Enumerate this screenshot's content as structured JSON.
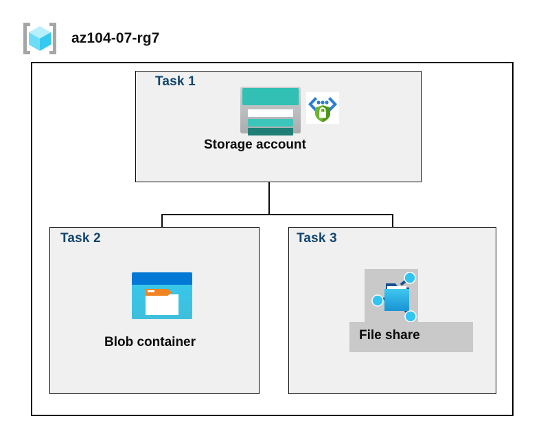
{
  "diagram": {
    "title": "az104-07-rg7",
    "resource_group_icon": "azure-resource-group-icon",
    "outer_container_name": "resource-group-boundary"
  },
  "colors": {
    "task_label": "#12456e",
    "box_fill": "#f0f0f0",
    "border": "#0a0a0a",
    "canvas": "#ffffff",
    "highlight_gray": "#c9c9c9",
    "storage_teal": "#32bfb4",
    "storage_teal_dark": "#1f7f76",
    "blob_blue": "#0378d4",
    "blob_cyan": "#35c9ef",
    "blob_orange": "#f28321",
    "shield_green": "#5aa91e",
    "node_cyan": "#32c5f4",
    "rg_cube_cyan": "#a5ecfb"
  },
  "tasks": [
    {
      "id": "task1",
      "label": "Task 1",
      "node_title": "Storage account",
      "icon": "storage-account-icon",
      "badge_icon": "secure-endpoint-icon"
    },
    {
      "id": "task2",
      "label": "Task 2",
      "node_title": "Blob container",
      "icon": "blob-container-icon"
    },
    {
      "id": "task3",
      "label": "Task 3",
      "node_title": "File share",
      "icon": "file-share-icon",
      "highlighted": "true"
    }
  ]
}
